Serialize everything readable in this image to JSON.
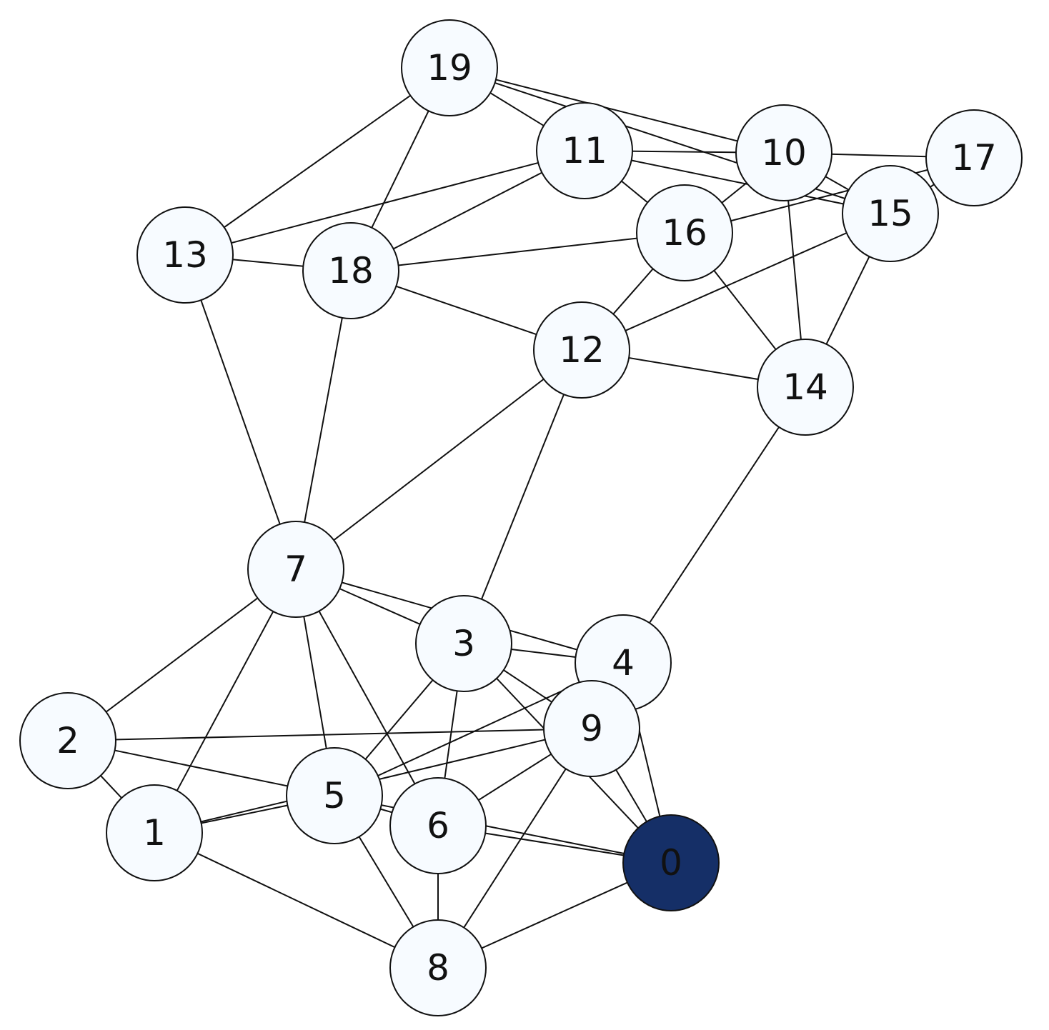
{
  "graph": {
    "colors": {
      "default_fill": "#f7fbff",
      "highlight_fill": "#152f67",
      "stroke": "#111111",
      "label": "#111111",
      "highlight_label": "#111111"
    },
    "highlighted_node": "0",
    "nodes": [
      {
        "id": "0",
        "label": "0"
      },
      {
        "id": "1",
        "label": "1"
      },
      {
        "id": "2",
        "label": "2"
      },
      {
        "id": "3",
        "label": "3"
      },
      {
        "id": "4",
        "label": "4"
      },
      {
        "id": "5",
        "label": "5"
      },
      {
        "id": "6",
        "label": "6"
      },
      {
        "id": "7",
        "label": "7"
      },
      {
        "id": "8",
        "label": "8"
      },
      {
        "id": "9",
        "label": "9"
      },
      {
        "id": "10",
        "label": "10"
      },
      {
        "id": "11",
        "label": "11"
      },
      {
        "id": "12",
        "label": "12"
      },
      {
        "id": "13",
        "label": "13"
      },
      {
        "id": "14",
        "label": "14"
      },
      {
        "id": "15",
        "label": "15"
      },
      {
        "id": "16",
        "label": "16"
      },
      {
        "id": "17",
        "label": "17"
      },
      {
        "id": "18",
        "label": "18"
      },
      {
        "id": "19",
        "label": "19"
      }
    ],
    "edges": [
      [
        "19",
        "11"
      ],
      [
        "19",
        "10"
      ],
      [
        "19",
        "15"
      ],
      [
        "19",
        "13"
      ],
      [
        "19",
        "18"
      ],
      [
        "11",
        "10"
      ],
      [
        "11",
        "15"
      ],
      [
        "11",
        "16"
      ],
      [
        "11",
        "13"
      ],
      [
        "11",
        "18"
      ],
      [
        "10",
        "17"
      ],
      [
        "10",
        "15"
      ],
      [
        "10",
        "16"
      ],
      [
        "10",
        "14"
      ],
      [
        "17",
        "15"
      ],
      [
        "17",
        "16"
      ],
      [
        "15",
        "12"
      ],
      [
        "15",
        "14"
      ],
      [
        "16",
        "18"
      ],
      [
        "16",
        "12"
      ],
      [
        "16",
        "14"
      ],
      [
        "13",
        "18"
      ],
      [
        "13",
        "7"
      ],
      [
        "18",
        "12"
      ],
      [
        "18",
        "7"
      ],
      [
        "12",
        "14"
      ],
      [
        "12",
        "7"
      ],
      [
        "12",
        "3"
      ],
      [
        "14",
        "4"
      ],
      [
        "7",
        "3"
      ],
      [
        "7",
        "4"
      ],
      [
        "7",
        "2"
      ],
      [
        "7",
        "1"
      ],
      [
        "7",
        "5"
      ],
      [
        "7",
        "6"
      ],
      [
        "3",
        "4"
      ],
      [
        "3",
        "9"
      ],
      [
        "3",
        "0"
      ],
      [
        "3",
        "5"
      ],
      [
        "3",
        "6"
      ],
      [
        "4",
        "5"
      ],
      [
        "4",
        "0"
      ],
      [
        "9",
        "2"
      ],
      [
        "9",
        "1"
      ],
      [
        "9",
        "6"
      ],
      [
        "9",
        "8"
      ],
      [
        "9",
        "0"
      ],
      [
        "2",
        "1"
      ],
      [
        "2",
        "5"
      ],
      [
        "1",
        "5"
      ],
      [
        "1",
        "8"
      ],
      [
        "5",
        "6"
      ],
      [
        "5",
        "8"
      ],
      [
        "5",
        "0"
      ],
      [
        "6",
        "8"
      ],
      [
        "6",
        "0"
      ],
      [
        "8",
        "0"
      ]
    ]
  }
}
